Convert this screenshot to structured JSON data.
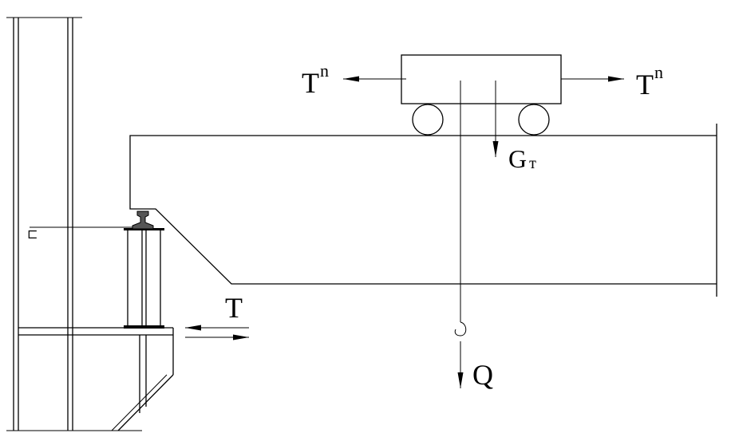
{
  "labels": {
    "trolley_force_left": {
      "main": "T",
      "sup": "n"
    },
    "trolley_force_right": {
      "main": "T",
      "sup": "n"
    },
    "trolley_weight": {
      "main": "G",
      "sub": "т"
    },
    "load": "Q",
    "rail_force": "T",
    "column_mark": "⊏"
  },
  "colors": {
    "line": "#000000",
    "background": "#ffffff"
  }
}
